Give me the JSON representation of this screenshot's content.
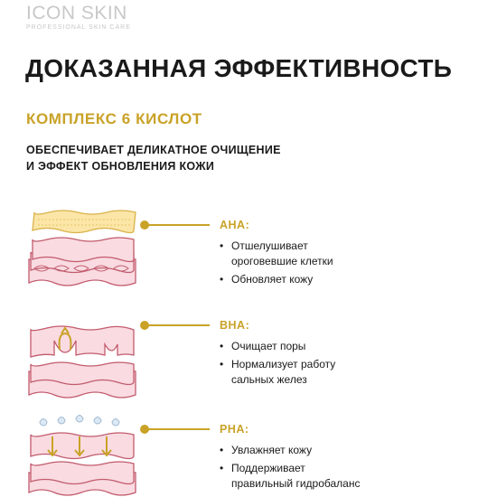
{
  "brand": {
    "name": "ICON SKIN",
    "tagline": "PROFESSIONAL SKIN CARE"
  },
  "title": "ДОКАЗАННАЯ ЭФФЕКТИВНОСТЬ",
  "subtitle": "КОМПЛЕКС 6 КИСЛОТ",
  "description": [
    "ОБЕСПЕЧИВАЕТ ДЕЛИКАТНОЕ ОЧИЩЕНИЕ",
    "И ЭФФЕКТ ОБНОВЛЕНИЯ КОЖИ"
  ],
  "colors": {
    "accent": "#c9a227",
    "skin_pink": "#f9dbe1",
    "skin_outline": "#c25b6d",
    "logo_gray": "#c8c8c8"
  },
  "acids": [
    {
      "name": "AHA:",
      "points": [
        "Отшелушивает\nороговевшие клетки",
        "Обновляет кожу"
      ]
    },
    {
      "name": "BHA:",
      "points": [
        "Очищает поры",
        "Нормализует работу\nсальных желез"
      ]
    },
    {
      "name": "PHA:",
      "points": [
        "Увлажняет кожу",
        "Поддерживает\nправильный гидробаланс"
      ]
    }
  ]
}
